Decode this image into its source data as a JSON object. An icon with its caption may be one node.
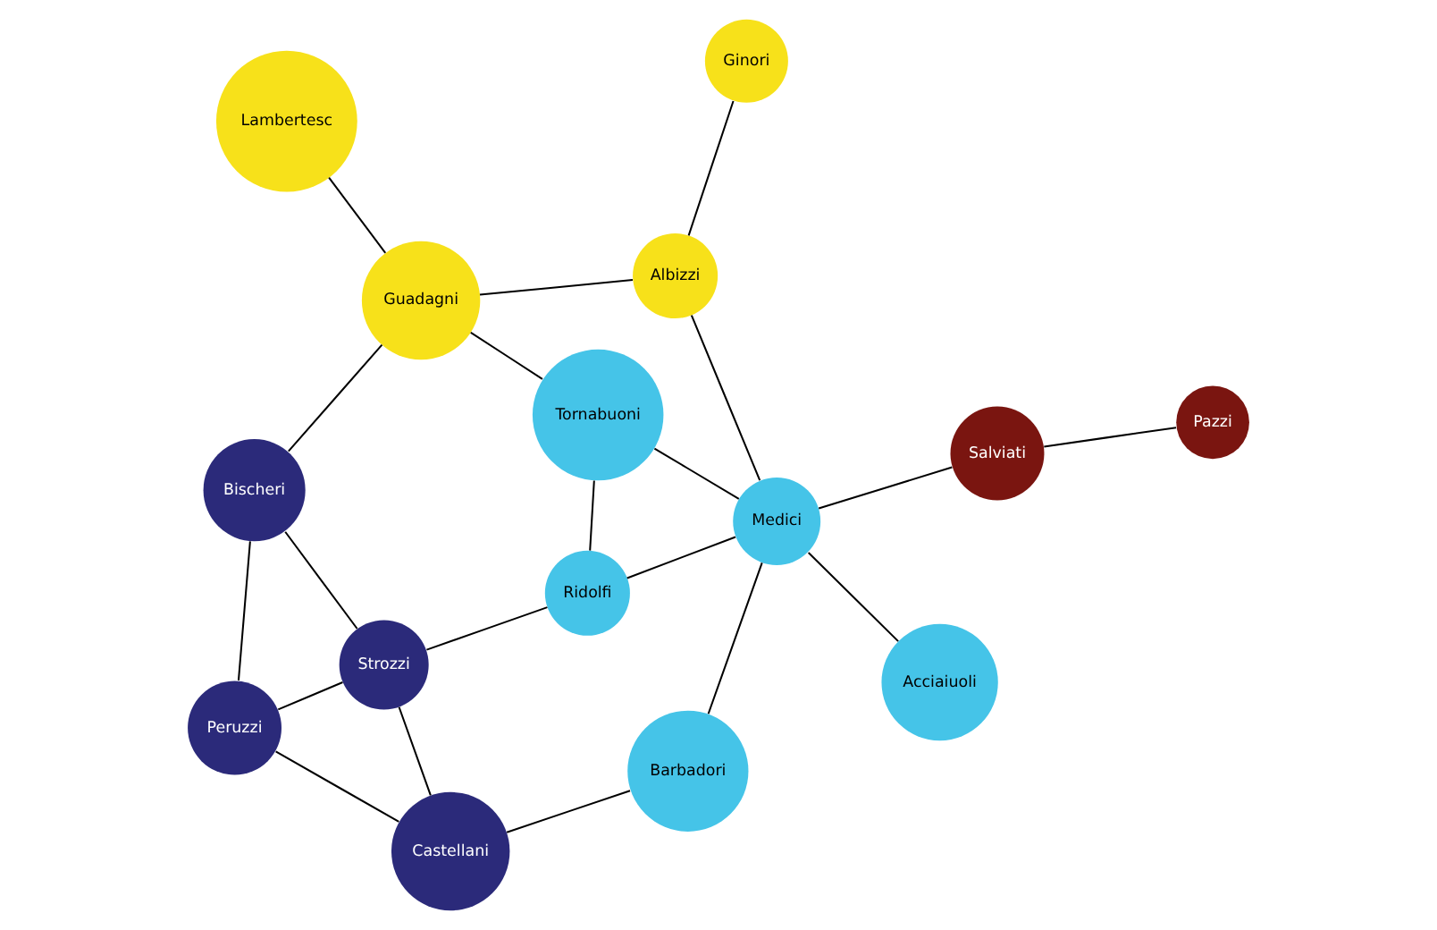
{
  "diagram": {
    "nodes": [
      {
        "text": [
          "Peruzzi"
        ]
      },
      {
        "text": [
          "Castellani"
        ]
      },
      {
        "text": [
          "Strozzi"
        ]
      },
      {
        "text": [
          "Bischeri"
        ]
      },
      {
        "text": [
          "Barbadori"
        ]
      },
      {
        "text": [
          "Ginori"
        ]
      },
      {
        "text": [
          "Ridolfi"
        ]
      },
      {
        "text": [
          "Albizzi"
        ]
      },
      {
        "text": [
          "Guadagni"
        ]
      },
      {
        "text": [
          "Acciaiuoli"
        ]
      },
      {
        "text": [
          "Medici"
        ]
      },
      {
        "text": [
          "Tornabuoni"
        ]
      },
      {
        "text": [
          "Lambertesc"
        ]
      },
      {
        "text": [
          "Salviati"
        ]
      },
      {
        "text": [
          "Pazzi"
        ]
      }
    ],
    "edges": [
      {
        "from": 1,
        "to": 0,
        "arrow": "none"
      },
      {
        "from": 1,
        "to": 2,
        "arrow": "none"
      },
      {
        "from": 0,
        "to": 2,
        "arrow": "none"
      },
      {
        "from": 0,
        "to": 3,
        "arrow": "none"
      },
      {
        "from": 2,
        "to": 3,
        "arrow": "none"
      },
      {
        "from": 1,
        "to": 4,
        "arrow": "none"
      },
      {
        "from": 2,
        "to": 6,
        "arrow": "none"
      },
      {
        "from": 3,
        "to": 8,
        "arrow": "none"
      },
      {
        "from": 4,
        "to": 10,
        "arrow": "none"
      },
      {
        "from": 6,
        "to": 10,
        "arrow": "none"
      },
      {
        "from": 6,
        "to": 11,
        "arrow": "none"
      },
      {
        "from": 5,
        "to": 7,
        "arrow": "none"
      },
      {
        "from": 7,
        "to": 10,
        "arrow": "none"
      },
      {
        "from": 7,
        "to": 8,
        "arrow": "none"
      },
      {
        "from": 8,
        "to": 11,
        "arrow": "none"
      },
      {
        "from": 8,
        "to": 12,
        "arrow": "none"
      },
      {
        "from": 9,
        "to": 10,
        "arrow": "none"
      },
      {
        "from": 10,
        "to": 11,
        "arrow": "none"
      },
      {
        "from": 10,
        "to": 13,
        "arrow": "none"
      },
      {
        "from": 13,
        "to": 14,
        "arrow": "none"
      }
    ]
  }
}
